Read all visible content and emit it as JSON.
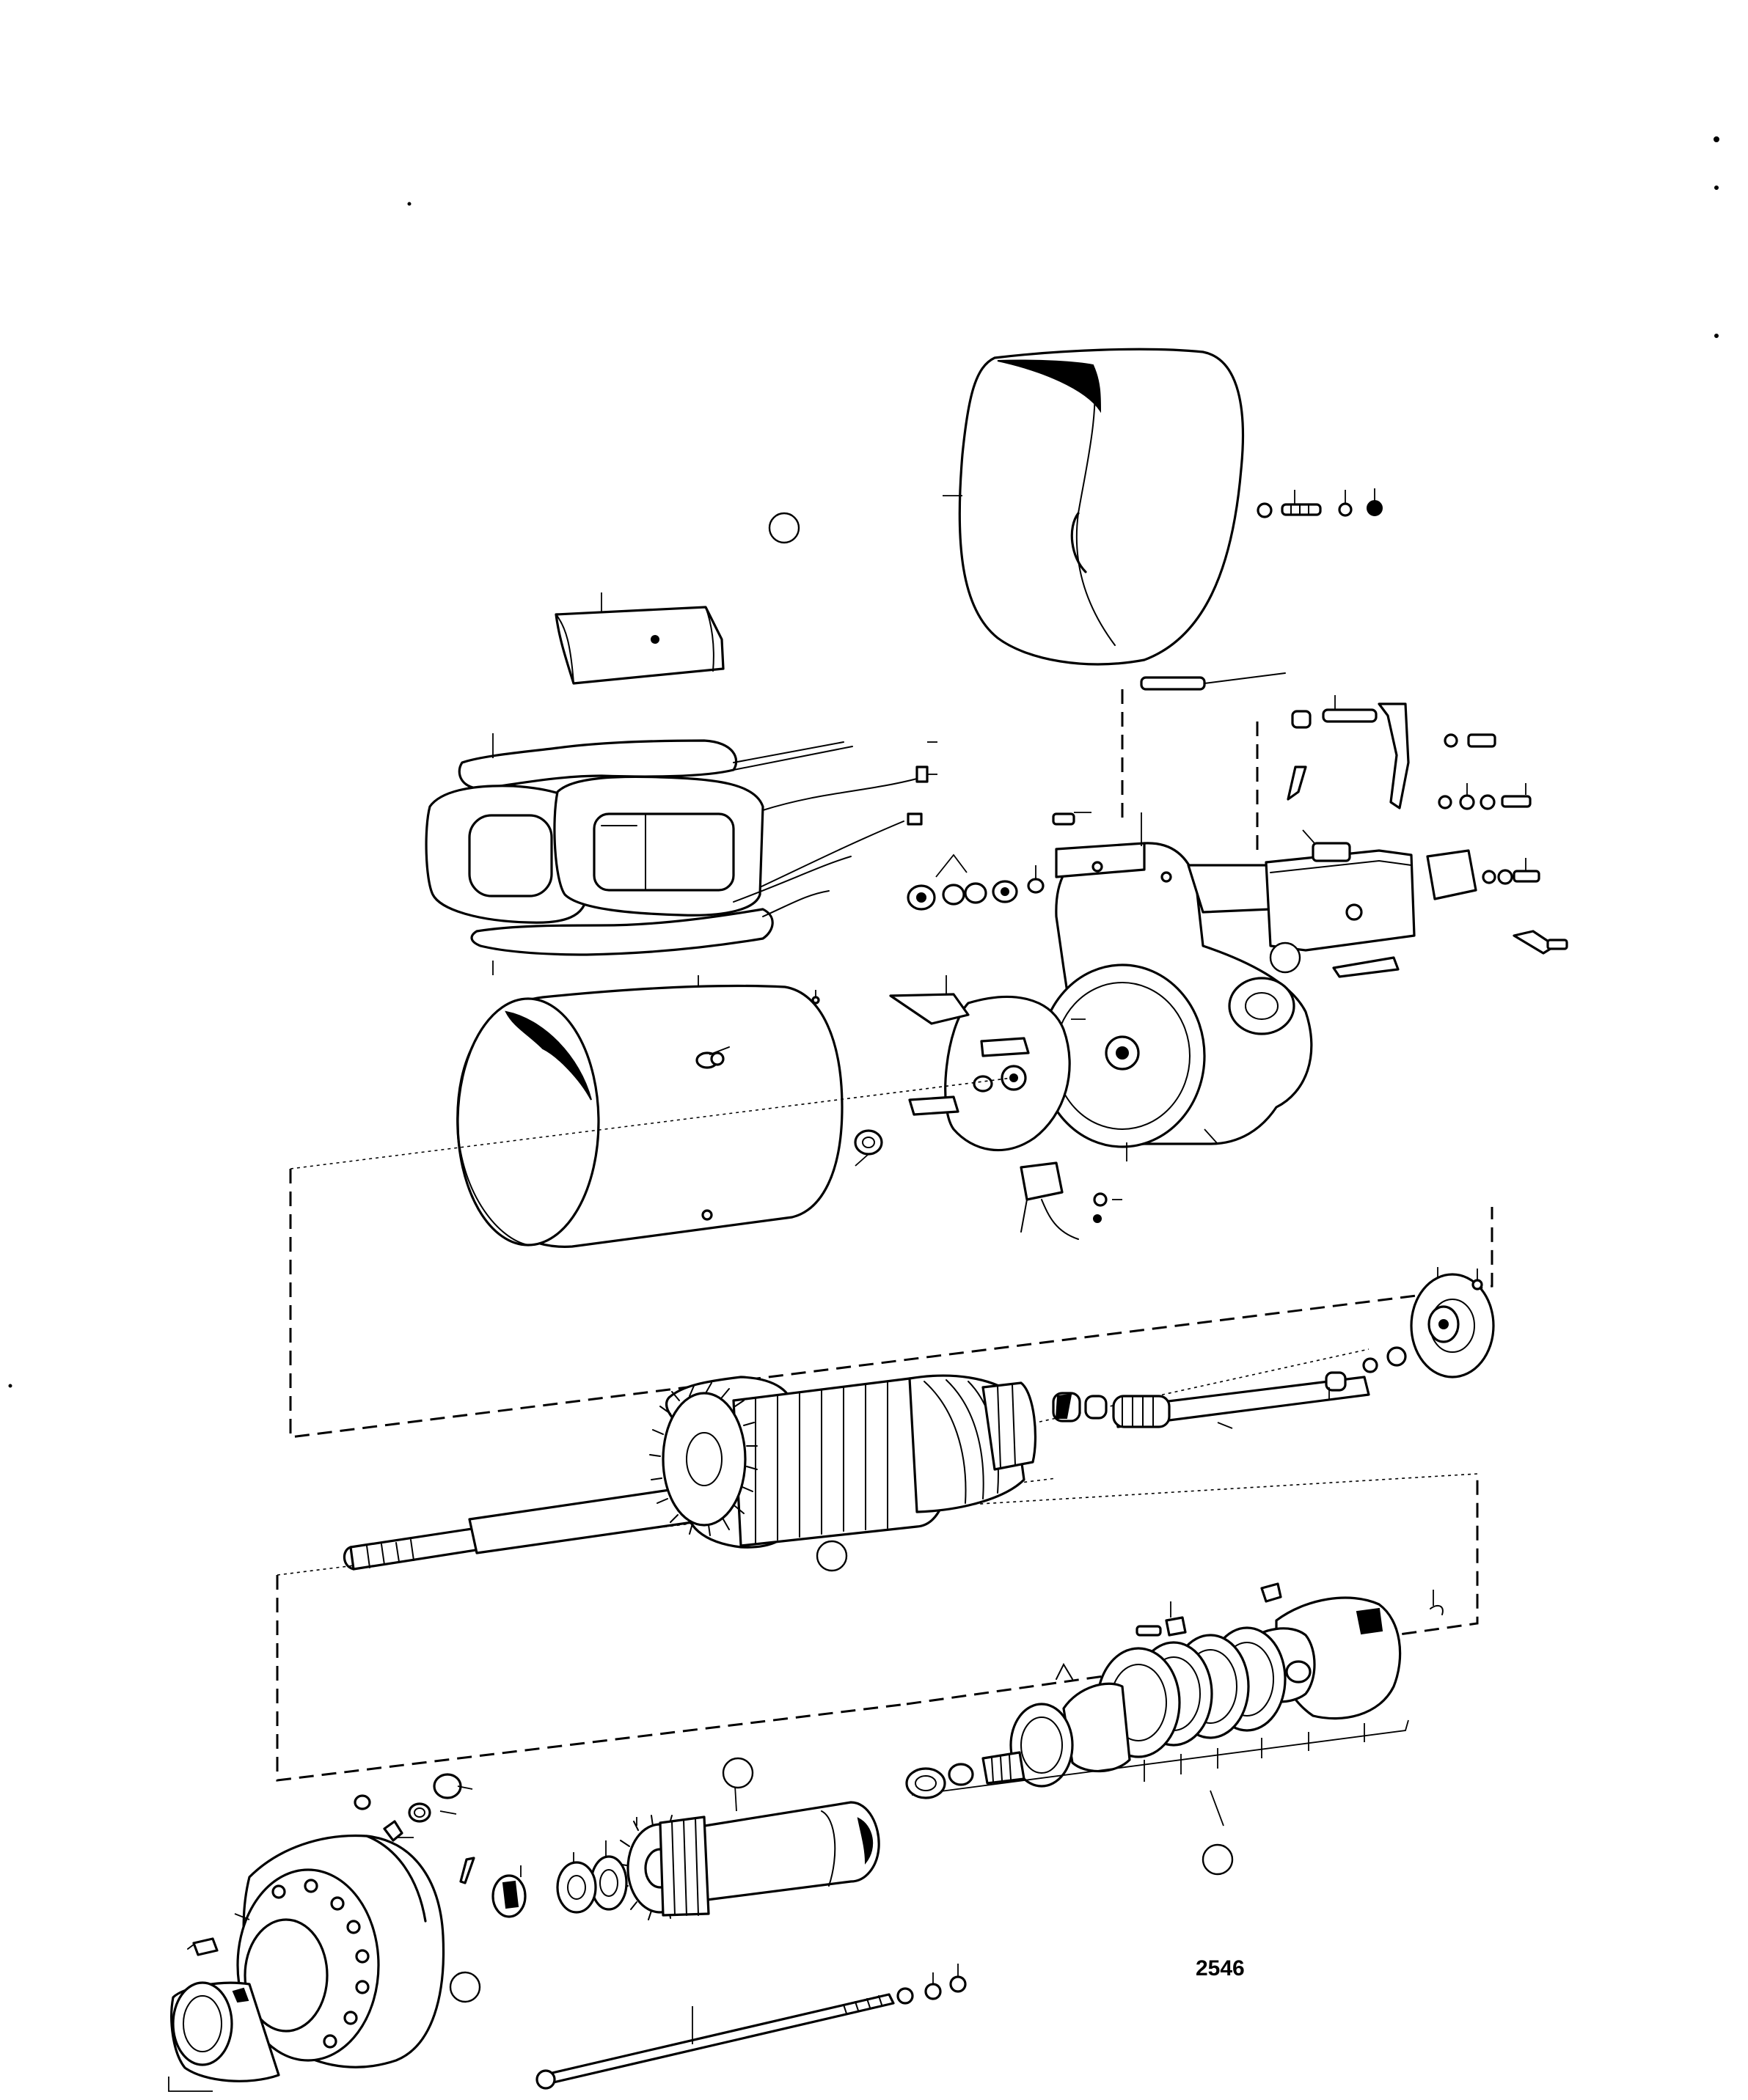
{
  "diagram": {
    "figure_number": "2546",
    "colors": {
      "ink": "#000000",
      "paper": "#ffffff"
    },
    "parts": [
      "field-coil-cover",
      "pole-shoe",
      "field-coils",
      "stator-housing",
      "commutator-end-bracket",
      "brush-plate",
      "brush-holder",
      "solenoid-switch",
      "armature",
      "armature-shaft-with-spring",
      "bearing-washer-stack",
      "clutch-spring-assembly",
      "drive-sleeve",
      "pinion",
      "drive-end-bracket",
      "through-bolt"
    ],
    "callouts": [
      "",
      "",
      "",
      "",
      "",
      "",
      ""
    ]
  }
}
